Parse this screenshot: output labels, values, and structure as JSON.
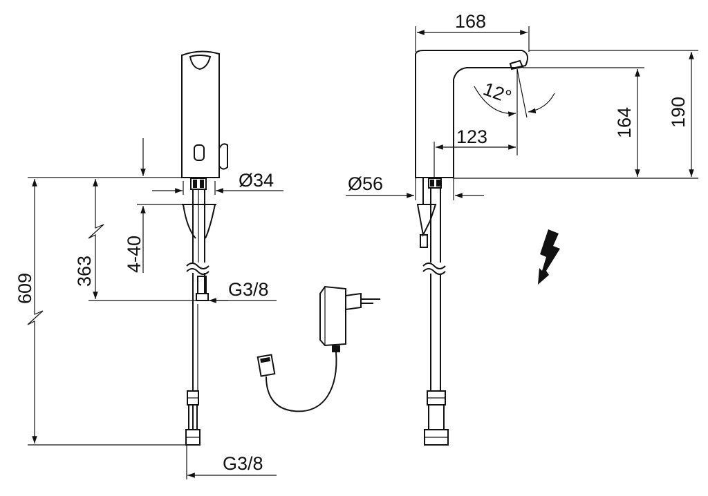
{
  "drawing": {
    "front_view": {
      "dim_total_height": "609",
      "dim_shank_height": "363",
      "dim_deck_thickness": "4-40",
      "dim_body_diameter": "Ø34",
      "dim_connection_upper": "G3/8",
      "dim_connection_lower": "G3/8"
    },
    "side_view": {
      "dim_spout_length": "168",
      "dim_total_height": "190",
      "dim_outlet_height": "164",
      "dim_projection": "123",
      "dim_swivel_angle": "12°",
      "dim_base_diameter": "Ø56"
    },
    "icons": [
      "lightning-icon",
      "power-adapter"
    ],
    "line_color": "#111111"
  }
}
